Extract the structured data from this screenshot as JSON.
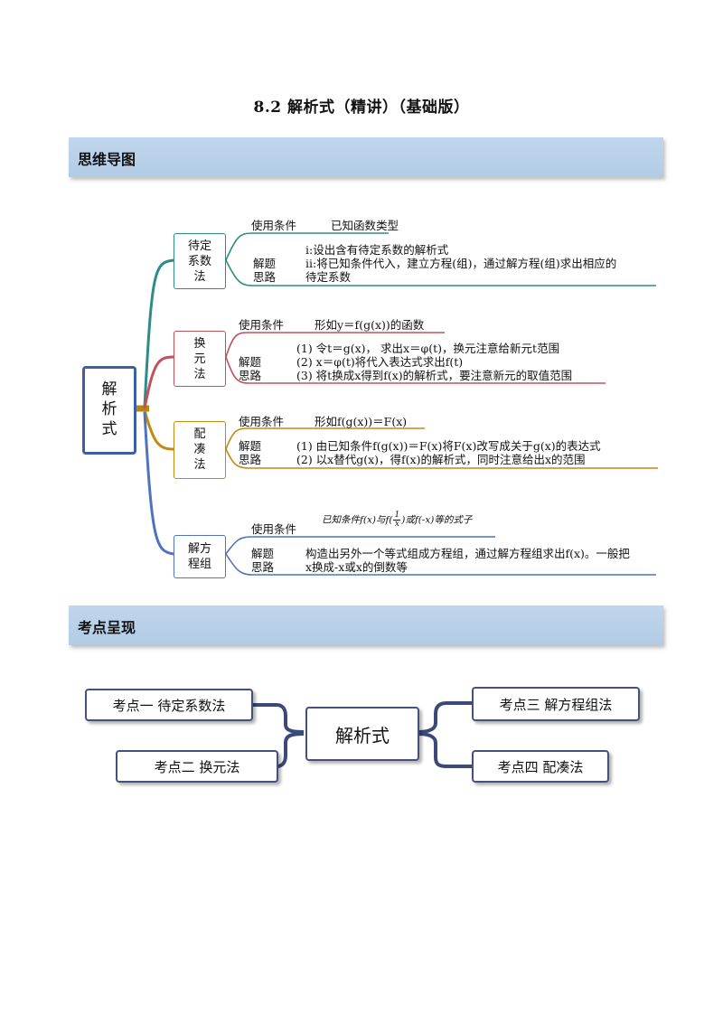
{
  "title": "8.2 解析式（精讲）（基础版）",
  "sections": {
    "mind_map": "思维导图",
    "key_points": "考点呈现"
  },
  "mind_map": {
    "root": "解析式",
    "root_chars": [
      "解",
      "析",
      "式"
    ],
    "branches": [
      {
        "lines": [
          "待定",
          "系数",
          "法"
        ],
        "color": "#2e8b88",
        "cond_label": "使用条件",
        "cond_text": "已知函数类型",
        "method_label_1": "解题",
        "method_label_2": "思路",
        "steps": [
          "i:设出含有待定系数的解析式",
          "ii:将已知条件代入，建立方程(组)，通过解方程(组)求出相应的",
          "待定系数"
        ]
      },
      {
        "lines": [
          "换",
          "元",
          "法"
        ],
        "color": "#c0525c",
        "cond_label": "使用条件",
        "cond_text": "形如y＝f(g(x))的函数",
        "method_label_1": "解题",
        "method_label_2": "思路",
        "steps": [
          "(1) 令t＝g(x)，  求出x＝φ(t)，换元注意给新元t范围",
          "(2) x＝φ(t)将代入表达式求出f(t)",
          "(3) 将t换成x得到f(x)的解析式，要注意新元的取值范围"
        ]
      },
      {
        "lines": [
          "配",
          "凑",
          "法"
        ],
        "color": "#c28a12",
        "cond_label": "使用条件",
        "cond_text": "形如f(g(x))＝F(x)",
        "method_label_1": "解题",
        "method_label_2": "思路",
        "steps": [
          "(1) 由已知条件f(g(x))＝F(x)将F(x)改写成关于g(x)的表达式",
          "(2) 以x替代g(x)，得f(x)的解析式，同时注意给出x的范围"
        ]
      },
      {
        "lines": [
          "解方",
          "程组"
        ],
        "color": "#4f73c0",
        "cond_label": "使用条件",
        "cond_text_a": "已知条件f(x)与f(",
        "cond_frac_num": "1",
        "cond_frac_den": "x",
        "cond_text_b": ")或f(-x)等的式子",
        "method_label_1": "解题",
        "method_label_2": "思路",
        "steps": [
          "构造出另外一个等式组成方程组，通过解方程组求出f(x)。一般把",
          "x换成-x或x的倒数等"
        ]
      }
    ]
  },
  "key_points": {
    "center": "解析式",
    "items": [
      "考点一  待定系数法",
      "考点二  换元法",
      "考点三  解方程组法",
      "考点四  配凑法"
    ],
    "line_color": "#3b4a7a"
  }
}
